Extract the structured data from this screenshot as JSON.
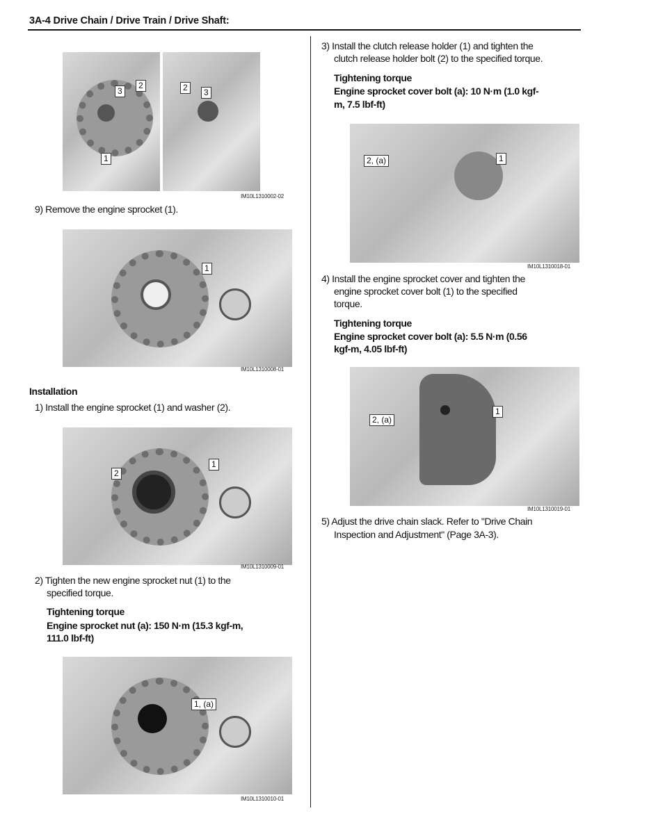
{
  "header": {
    "title": "3A-4   Drive Chain / Drive Train / Drive Shaft:"
  },
  "left": {
    "fig1": {
      "caption": "IM10L1310002-02",
      "labels": [
        "3",
        "2",
        "1",
        "2",
        "3"
      ]
    },
    "step9": "9) Remove the engine sprocket (1).",
    "fig2": {
      "caption": "IM10L1310008-01",
      "labels": [
        "1"
      ]
    },
    "installation_heading": "Installation",
    "step1": "1) Install the engine sprocket (1) and washer (2).",
    "fig3": {
      "caption": "IM10L1310009-01",
      "labels": [
        "2",
        "1"
      ]
    },
    "step2_line1": "2) Tighten the new engine sprocket nut (1) to the",
    "step2_line2": "specified torque.",
    "torque_heading": "Tightening torque",
    "torque_line1": "Engine sprocket nut (a):  150 N·m (15.3 kgf-m,",
    "torque_line2": "111.0 lbf-ft)",
    "fig4": {
      "caption": "IM10L1310010-01",
      "labels": [
        "1, (a)"
      ]
    }
  },
  "right": {
    "step3_line1": "3) Install the clutch release holder (1) and tighten the",
    "step3_line2": "clutch release holder bolt (2) to the specified torque.",
    "torque1_heading": "Tightening torque",
    "torque1_line1": "Engine sprocket cover bolt (a):  10 N·m (1.0 kgf-",
    "torque1_line2": "m, 7.5 lbf-ft)",
    "fig5": {
      "caption": "IM10L1310018-01",
      "labels": [
        "2, (a)",
        "1"
      ]
    },
    "step4_line1": "4) Install the engine sprocket cover and tighten the",
    "step4_line2": "engine sprocket cover bolt (1) to the specified",
    "step4_line3": "torque.",
    "torque2_heading": "Tightening torque",
    "torque2_line1": "Engine sprocket cover bolt (a):  5.5 N·m (0.56",
    "torque2_line2": "kgf-m, 4.05 lbf-ft)",
    "fig6": {
      "caption": "IM10L1310019-01",
      "labels": [
        "2, (a)",
        "1"
      ]
    },
    "step5_line1": "5) Adjust the drive chain slack. Refer to \"Drive Chain",
    "step5_line2": "Inspection and Adjustment\" (Page 3A-3)."
  }
}
